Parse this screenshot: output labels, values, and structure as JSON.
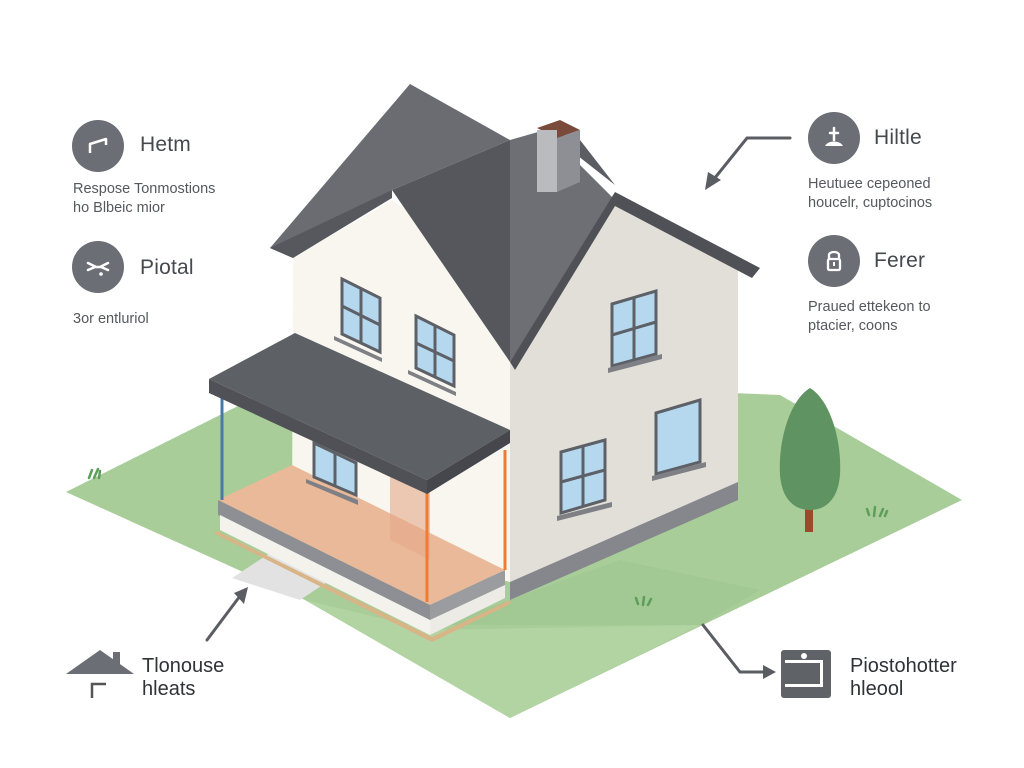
{
  "diagram": {
    "subject": "Isometric two-storey house with front porch, chimney, tree and lawn",
    "colors": {
      "roof": "#6b6d72",
      "roof_dark": "#55575c",
      "wall_front": "#f7f5ef",
      "wall_side": "#e3e0da",
      "window_glass": "#b5d8ef",
      "window_frame": "#5d6066",
      "porch_floor": "#ebbd9c",
      "porch_post_left": "#4a78a8",
      "porch_post_right": "#f07b32",
      "lawn": "#a8cc98",
      "tree": "#5f9462",
      "trunk": "#9a4a2a",
      "chimney_cap": "#7a4a3a",
      "badge": "#6b6e74",
      "arrow": "#5a5d62"
    }
  },
  "callouts": {
    "top_left": {
      "icon": "roof-outline-icon",
      "title": "Hetm",
      "desc_line1": "Respose Tonmostions",
      "desc_line2": "ho Blbeic mior"
    },
    "mid_left": {
      "icon": "drone-icon",
      "title": "Piotal",
      "desc_line1": "3or entluriol"
    },
    "top_right": {
      "icon": "weather-vane-icon",
      "title": "Hiltle",
      "desc_line1": "Heutuee cepeoned",
      "desc_line2": "houcelr, cuptocinos"
    },
    "mid_right": {
      "icon": "padlock-icon",
      "title": "Ferer",
      "desc_line1": "Praued ettekeon to",
      "desc_line2": "ptacier, coons"
    },
    "bottom_left": {
      "icon": "house-icon",
      "title_line1": "Tlonouse",
      "title_line2": "hleats"
    },
    "bottom_right": {
      "icon": "panel-icon",
      "title_line1": "Piostohotter",
      "title_line2": "hleool"
    }
  }
}
